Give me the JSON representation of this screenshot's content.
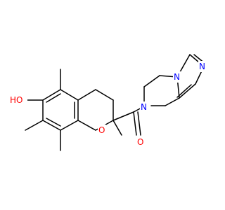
{
  "molecule": {
    "atoms": {
      "hydroxyl": {
        "label": "HO",
        "color": "#ff0000"
      },
      "ring_oxygen": {
        "label": "O",
        "color": "#ff0000"
      },
      "carbonyl_oxygen": {
        "label": "O",
        "color": "#ff0000"
      },
      "amide_nitrogen": {
        "label": "N",
        "color": "#0000ff"
      },
      "imidazole_n_bridge": {
        "label": "N",
        "color": "#0000ff"
      },
      "imidazole_n3": {
        "label": "N",
        "color": "#0000ff"
      }
    },
    "bond_color": "#000000"
  }
}
